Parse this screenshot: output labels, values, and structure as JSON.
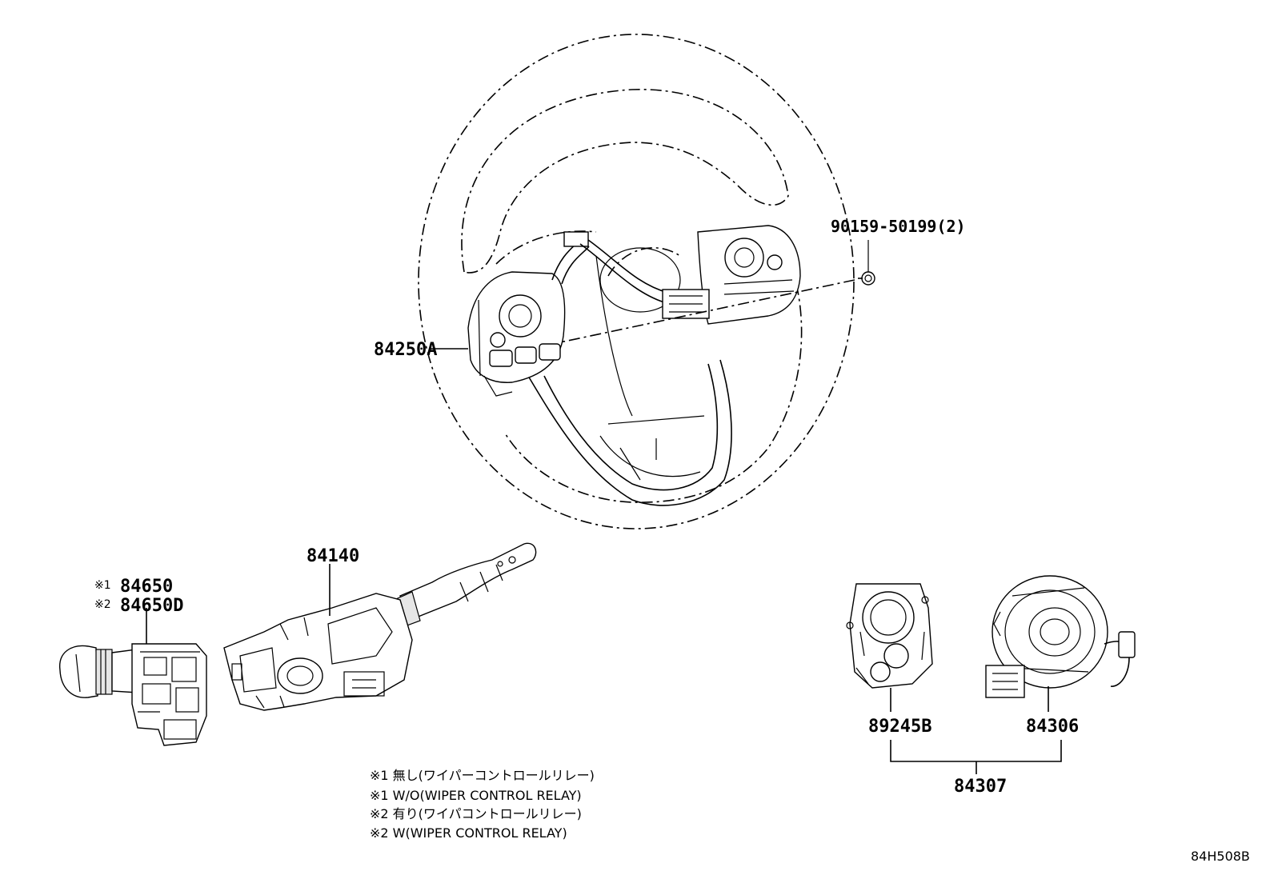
{
  "parts": {
    "steering_switch": "84250A",
    "screw": "90159-50199(2)",
    "combo_switch": "84140",
    "wiper_switch_1": "84650",
    "wiper_switch_2": "84650D",
    "sensor": "89245B",
    "spiral_cable": "84306",
    "spiral_assembly": "84307"
  },
  "marks": {
    "m1": "※1",
    "m2": "※2"
  },
  "notes": [
    "※1 無し(ワイパーコントロールリレー)",
    "※1 W/O(WIPER CONTROL RELAY)",
    "※2 有り(ワイパコントロールリレー)",
    "※2 W(WIPER CONTROL RELAY)"
  ],
  "diagram_code": "84H508B"
}
